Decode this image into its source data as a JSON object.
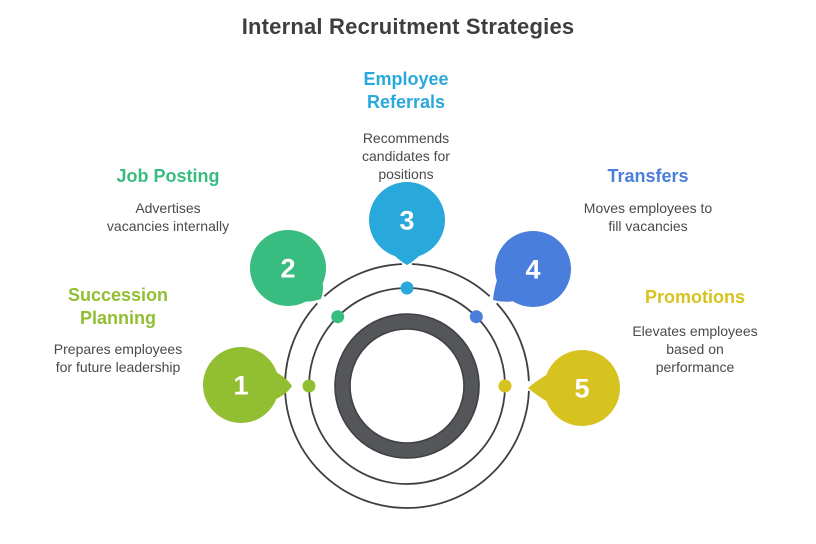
{
  "title": "Internal Recruitment Strategies",
  "colors": {
    "title_text": "#3E3E40",
    "desc_text": "#4A4A4C",
    "ring": "#54565A",
    "ring_edge": "#3F4145",
    "orbit_line": "#3F3F41",
    "number_text": "#FFFFFF"
  },
  "items": [
    {
      "number": "1",
      "color": "#92BE31",
      "heading_lines": [
        "Succession",
        "Planning"
      ],
      "desc_lines": [
        "Prepares employees",
        "for future leadership"
      ]
    },
    {
      "number": "2",
      "color": "#38BC7F",
      "heading_lines": [
        "Job Posting"
      ],
      "desc_lines": [
        "Advertises",
        "vacancies internally"
      ]
    },
    {
      "number": "3",
      "color": "#29A8DB",
      "heading_lines": [
        "Employee",
        "Referrals"
      ],
      "desc_lines": [
        "Recommends",
        "candidates for",
        "positions"
      ]
    },
    {
      "number": "4",
      "color": "#4A7EDC",
      "heading_lines": [
        "Transfers"
      ],
      "desc_lines": [
        "Moves employees to",
        "fill vacancies"
      ]
    },
    {
      "number": "5",
      "color": "#D6C31F",
      "heading_lines": [
        "Promotions"
      ],
      "desc_lines": [
        "Elevates employees",
        "based on",
        "performance"
      ]
    }
  ]
}
